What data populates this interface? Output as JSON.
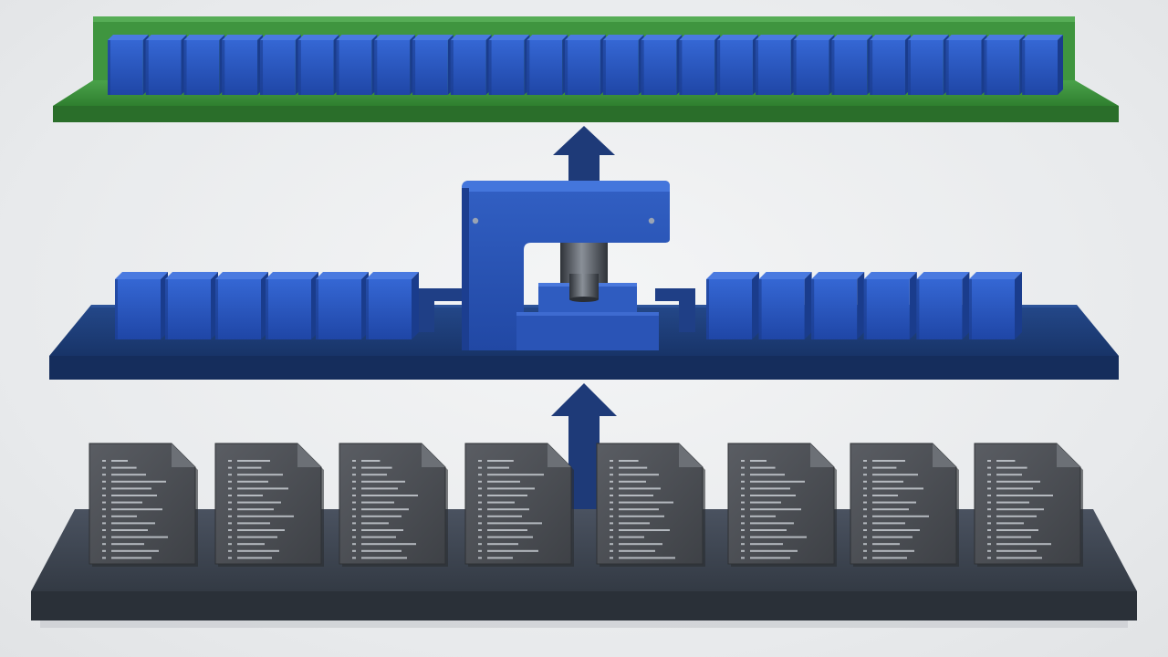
{
  "colors": {
    "background": "#ebedef",
    "top_platform": "#3a8f3a",
    "top_platform_dark": "#2a6e2a",
    "block_blue": "#2550b8",
    "block_blue_light": "#3a6ad8",
    "block_blue_dark": "#1a3c8c",
    "middle_platform": "#1e3f7c",
    "middle_platform_dark": "#152d5c",
    "press_blue": "#2a52b4",
    "press_piston": "#4a4f56",
    "arrow": "#1e3a78",
    "bottom_platform": "#3c4450",
    "bottom_platform_dark": "#2a3038",
    "document": "#4a4d52",
    "document_lines": "#c8ccd2"
  },
  "diagram": {
    "top_layer": {
      "name": "output-block-rail",
      "block_count": 25
    },
    "middle_layer": {
      "name": "press-conveyor",
      "left_block_count": 6,
      "right_block_count": 6
    },
    "bottom_layer": {
      "name": "document-tray",
      "document_count": 8
    },
    "icons": [
      "up-arrow-icon",
      "press-machine-icon",
      "document-icon"
    ]
  }
}
